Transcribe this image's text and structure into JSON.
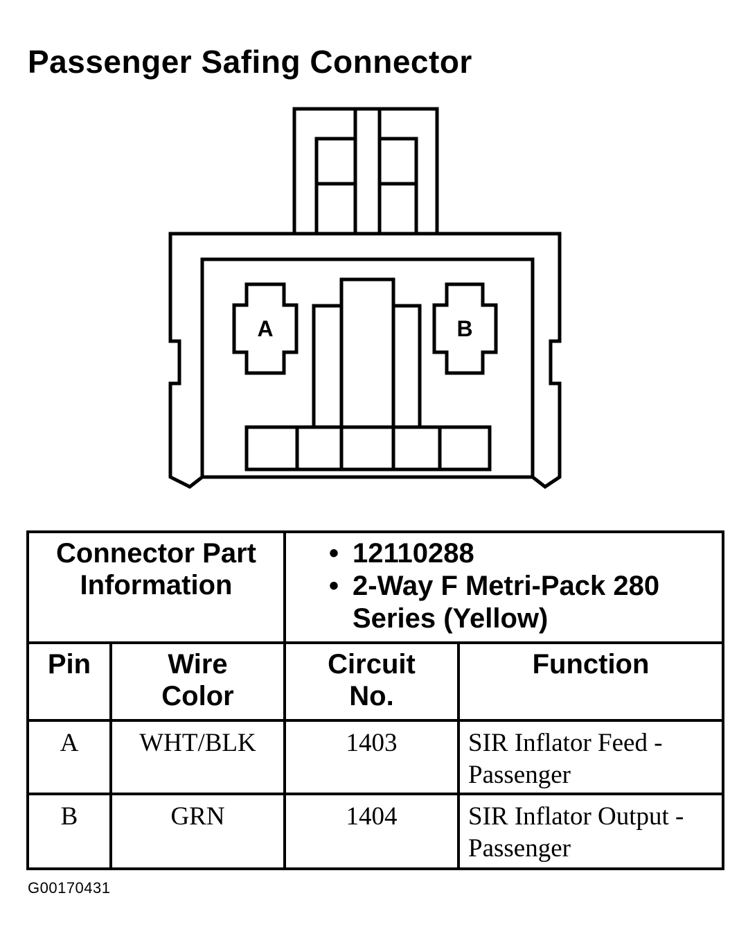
{
  "title": "Passenger Safing Connector",
  "connector": {
    "pin_a_label": "A",
    "pin_b_label": "B"
  },
  "table": {
    "part_info_label": "Connector Part Information",
    "part_info_items": [
      "12110288",
      "2-Way F Metri-Pack 280 Series (Yellow)"
    ],
    "bullet": "•",
    "headers": {
      "pin": "Pin",
      "wire_color": "Wire Color",
      "circuit_no": "Circuit No.",
      "function": "Function"
    },
    "rows": [
      {
        "pin": "A",
        "wire_color": "WHT/BLK",
        "circuit_no": "1403",
        "function": "SIR Inflator Feed - Passenger"
      },
      {
        "pin": "B",
        "wire_color": "GRN",
        "circuit_no": "1404",
        "function": "SIR Inflator Output - Passenger"
      }
    ]
  },
  "figure_id": "G00170431"
}
